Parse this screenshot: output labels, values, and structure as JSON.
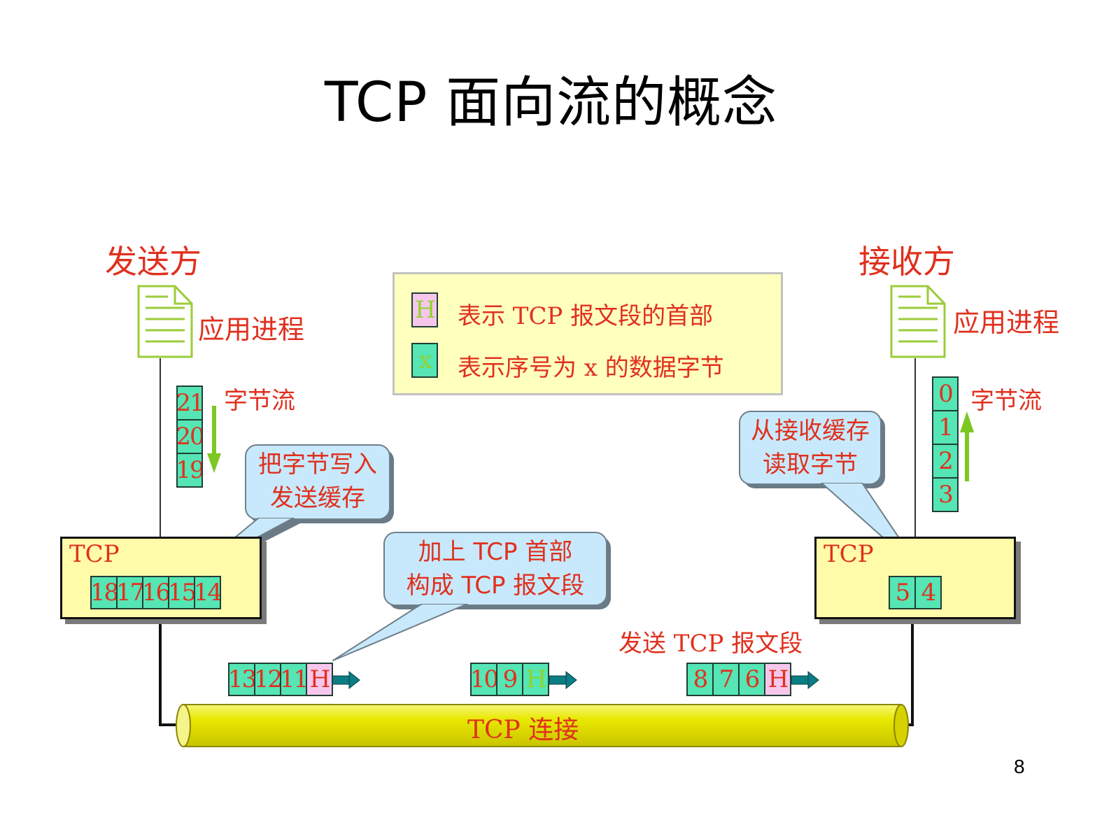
{
  "title": "TCP 面向流的概念",
  "sender": {
    "label": "发送方",
    "app_label": "应用进程",
    "stream_label": "字节流",
    "stream_bytes": [
      "21",
      "20",
      "19"
    ],
    "tcp_label": "TCP",
    "buffer_bytes": [
      "18",
      "17",
      "16",
      "15",
      "14"
    ]
  },
  "receiver": {
    "label": "接收方",
    "app_label": "应用进程",
    "stream_label": "字节流",
    "stream_bytes": [
      "0",
      "1",
      "2",
      "3"
    ],
    "tcp_label": "TCP",
    "buffer_bytes": [
      "5",
      "4"
    ]
  },
  "legend": {
    "header_symbol": "H",
    "header_text": "表示 TCP 报文段的首部",
    "byte_symbol": "x",
    "byte_text": "表示序号为 x 的数据字节"
  },
  "callouts": {
    "write": [
      "把字节写入",
      "发送缓存"
    ],
    "add_header": [
      "加上 TCP 首部",
      "构成 TCP 报文段"
    ],
    "read": [
      "从接收缓存",
      "读取字节"
    ]
  },
  "send_segment_label": "发送 TCP 报文段",
  "segments": [
    {
      "bytes": [
        "13",
        "12",
        "11"
      ],
      "header": "H"
    },
    {
      "bytes": [
        "10",
        "9"
      ],
      "header": "H"
    },
    {
      "bytes": [
        "8",
        "7",
        "6"
      ],
      "header": "H"
    }
  ],
  "connection_label": "TCP 连接",
  "page_number": "8",
  "colors": {
    "byte_cell": "#56e5b4",
    "header_cell": "#f6c6ec",
    "tcp_box": "#fffba8",
    "callout": "#c8e9fb",
    "pipe": "#ecec00",
    "text_red": "#e0301e",
    "arrow_green": "#7cc722",
    "arrow_teal": "#0a7e84"
  },
  "icons": {
    "app_document": "document-icon"
  }
}
